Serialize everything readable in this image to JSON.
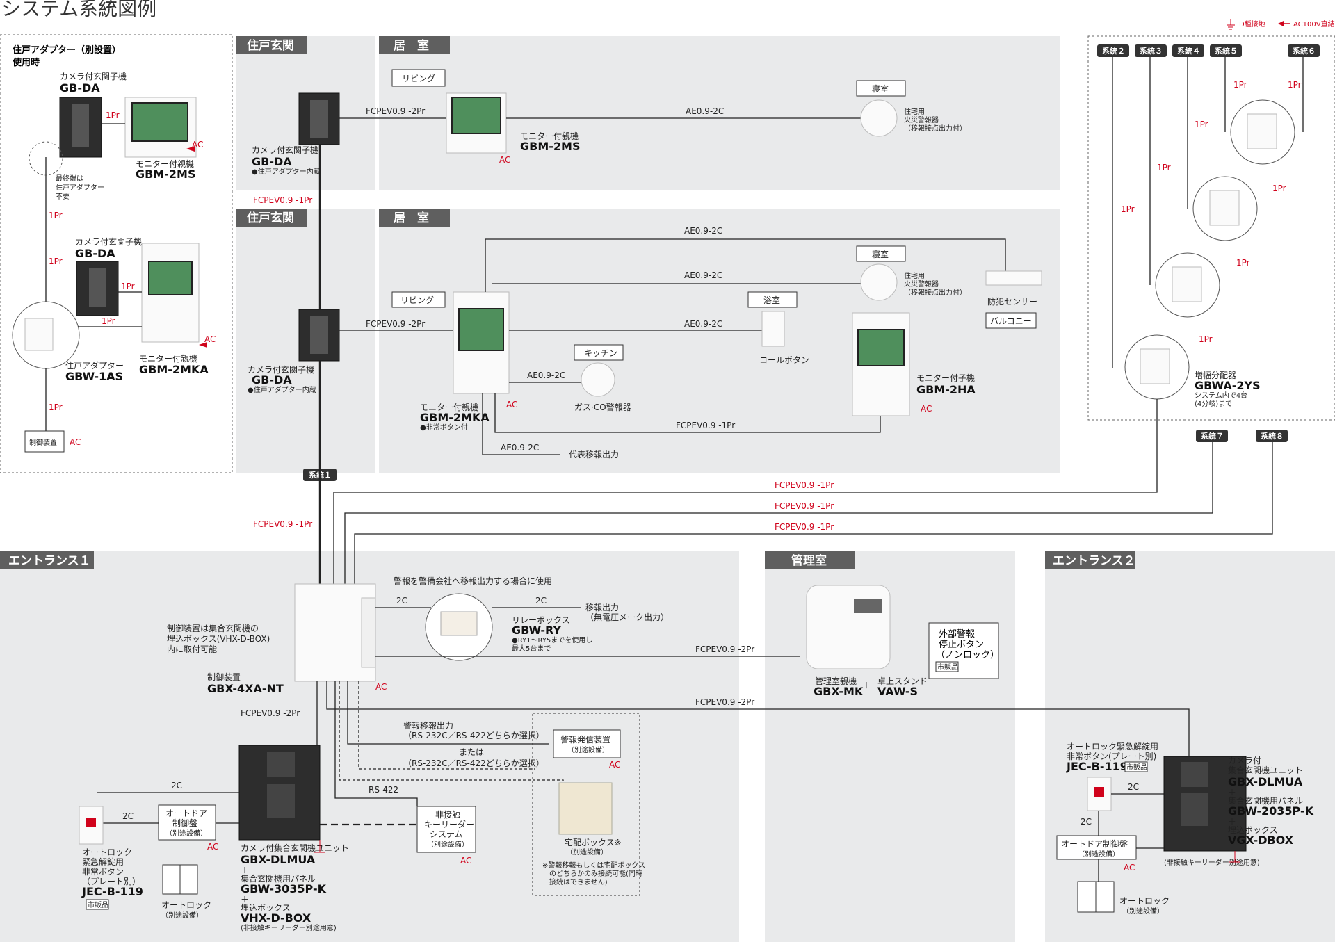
{
  "title": "システム系統図例",
  "legend": {
    "ground": "D種接地",
    "ac": "AC100V直結"
  },
  "areas": {
    "adapter_title_1": "住戸アダプター（別設置）",
    "adapter_title_2": "使用時",
    "dwelling_entrance": "住戸玄関",
    "room": "居　室",
    "entrance1": "エントランス１",
    "management": "管理室",
    "entrance2": "エントランス２"
  },
  "systems": {
    "s1": "系統１",
    "s2": "系統２",
    "s3": "系統３",
    "s4": "系統４",
    "s5": "系統５",
    "s6": "系統６",
    "s7": "系統７",
    "s8": "系統８"
  },
  "rooms": {
    "living": "リビング",
    "bedroom": "寝室",
    "bath": "浴室",
    "kitchen": "キッチン",
    "balcony": "バルコニー"
  },
  "devices": {
    "camera_entrance_label": "カメラ付玄関子機",
    "gbda": "GB-DA",
    "adapter_built": "●住戸アダプター内蔵",
    "monitor_master_label": "モニター付親機",
    "gbm2ms": "GBM-2MS",
    "gbm2mka": "GBM-2MKA",
    "emergency_attached": "●非常ボタン付",
    "monitor_slave_label": "モニター付子機",
    "gbm2ha": "GBM-2HA",
    "fire_alarm_1": "住宅用",
    "fire_alarm_2": "火災警報器",
    "fire_alarm_3": "（移報接点出力付）",
    "security_sensor": "防犯センサー",
    "call_button": "コールボタン",
    "gas_alarm": "ガス·CO警報器",
    "rep_output": "代表移報出力",
    "adapter_label": "住戸アダプター",
    "gbw1as": "GBW-1AS",
    "terminal_note_1": "最終端は",
    "terminal_note_2": "住戸アダプター",
    "terminal_note_3": "不要",
    "control_unit": "制御装置",
    "booster_label": "増幅分配器",
    "gbwa2ys": "GBWA-2YS",
    "booster_note_1": "システム内で4台",
    "booster_note_2": "(4分岐)まで",
    "controller_note_1": "制御装置は集合玄関機の",
    "controller_note_2": "埋込ボックス(VHX-D-BOX)",
    "controller_note_3": "内に取付可能",
    "controller_label": "制御装置",
    "gbx4xant": "GBX-4XA-NT",
    "alarm_note": "警報を警備会社へ移報出力する場合に使用",
    "relay_label": "リレーボックス",
    "gbwry": "GBW-RY",
    "relay_note_1": "●RY1～RY5までを使用し",
    "relay_note_2": "最大5台まで",
    "relay_out_1": "移報出力",
    "relay_out_2": "（無電圧メーク出力）",
    "alarm_out": "警報移報出力",
    "alarm_rs_1": "（RS-232C／RS-422どちらか選択）",
    "or": "または",
    "alarm_rs_2": "（RS-232C／RS-422どちらか選択）",
    "alarm_sender_1": "警報発信装置",
    "alarm_sender_2": "（別途設備）",
    "delivery_1": "宅配ボックス※",
    "delivery_2": "（別途設備）",
    "delivery_note_1": "※警報移報もしくは宅配ボックス",
    "delivery_note_2": "のどちらかのみ接続可能(同時",
    "delivery_note_3": "接続はできません)",
    "keyless_1": "非接触",
    "keyless_2": "キーリーダー",
    "keyless_3": "システム",
    "keyless_4": "（別途設備）",
    "entrance_unit_label": "カメラ付集合玄関機ユニット",
    "gbxdlmua": "GBX-DLMUA",
    "plus": "＋",
    "panel_label": "集合玄関機用パネル",
    "gbw3035pk": "GBW-3035P-K",
    "box_label": "埋込ボックス",
    "vhxdbox": "VHX-D-BOX",
    "keyless_extra": "(非接触キーリーダー別途用意)",
    "autodoor_1": "オートドア",
    "autodoor_2": "制御盤",
    "autodoor_3": "（別途設備）",
    "autolock_1": "オートロック",
    "autolock_2": "（別途設備）",
    "jec_1": "オートロック",
    "jec_2": "緊急解錠用",
    "jec_3": "非常ボタン",
    "jec_4": "（プレート別）",
    "jecb119": "JEC-B-119",
    "market": "市販品",
    "mgmt_master": "管理室親機",
    "gbxmk": "GBX-MK",
    "stand": "卓上スタンド",
    "vaws": "VAW-S",
    "ext_alarm_1": "外部警報",
    "ext_alarm_2": "停止ボタン",
    "ext_alarm_3": "（ノンロック）",
    "jec_e2_1": "オートロック緊急解錠用",
    "jec_e2_2": "非常ボタン(プレート別)",
    "cam_e2_1": "カメラ付",
    "cam_e2_2": "集合玄関機ユニット",
    "gbw2035pk": "GBW-2035P-K",
    "vgxdbox": "VGX-DBOX",
    "autodoor_e2": "オートドア制御盤",
    "keyless_e2": "(非接触キーリーダー別途用意)"
  },
  "cables": {
    "fcpev_2pr": "FCPEV0.9 -2Pr",
    "fcpev_1pr": "FCPEV0.9 -1Pr",
    "ae": "AE0.9-2C",
    "c2": "2C",
    "pr1": "1Pr",
    "rs422": "RS-422",
    "ac": "AC"
  }
}
